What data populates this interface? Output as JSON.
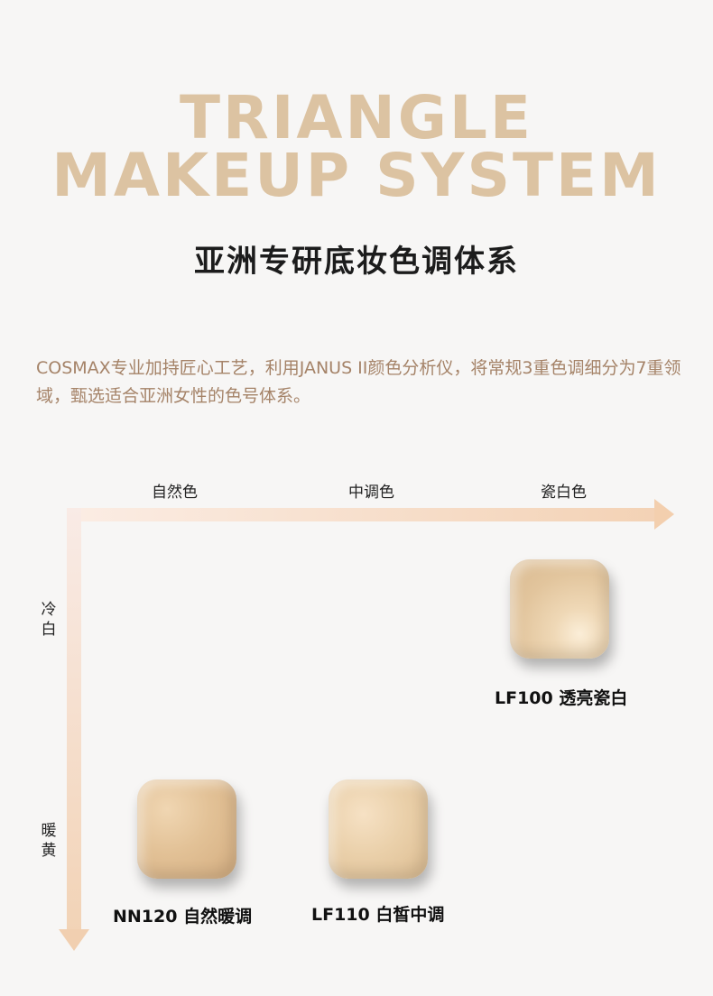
{
  "headline": {
    "line1": "TRIANGLE",
    "line2": "MAKEUP SYSTEM"
  },
  "subtitle": "亚洲专研底妆色调体系",
  "description": "COSMAX专业加持匠心工艺，利用JANUS  II颜色分析仪，将常规3重色调细分为7重领域，甄选适合亚洲女性的色号体系。",
  "x_axis": {
    "labels": [
      "自然色",
      "中调色",
      "瓷白色"
    ]
  },
  "y_axis": {
    "top_label": "冷白",
    "bottom_label": "暖黄"
  },
  "swatches": [
    {
      "label": "LF100 透亮瓷白",
      "color": "#e6cba5"
    },
    {
      "label": "NN120 自然暖调",
      "color": "#dcb98c"
    },
    {
      "label": "LF110 白皙中调",
      "color": "#e6caa2"
    }
  ],
  "colors": {
    "headline": "#dcc3a2",
    "description": "#a58368",
    "axis": "#f3d2b5"
  }
}
